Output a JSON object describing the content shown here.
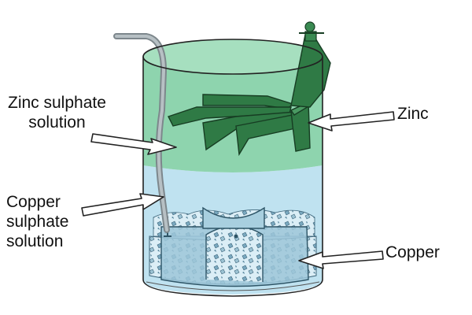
{
  "labels": {
    "zinc_sulphate": [
      "Zinc sulphate",
      "solution"
    ],
    "copper_sulphate": [
      "Copper",
      "sulphate",
      "solution"
    ],
    "zinc": "Zinc",
    "copper": "Copper"
  },
  "colors": {
    "zinc_solution": "#8ed4ae",
    "copper_solution": "#bfe2f0",
    "zinc_metal": "#2f7a45",
    "copper_crystals": "#6a9bb3",
    "outline": "#222222",
    "arrow_fill": "#ffffff"
  }
}
